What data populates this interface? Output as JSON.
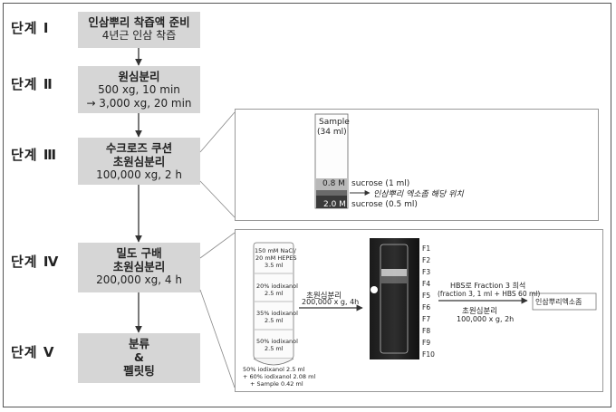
{
  "stages": [
    {
      "label": "단계 Ⅰ",
      "box_lines": [
        "인삼뿌리 착즙액 준비",
        "4년근 인삼 착즙"
      ]
    },
    {
      "label": "단계 Ⅱ",
      "box_lines": [
        "원심분리",
        "500 xg, 10 min",
        "→ 3,000 xg, 20 min"
      ]
    },
    {
      "label": "단계 Ⅲ",
      "box_lines": [
        "수크로즈 쿠션",
        "초원심분리",
        "100,000 xg, 2 h"
      ]
    },
    {
      "label": "단계 Ⅳ",
      "box_lines": [
        "밀도 구배",
        "초원심분리",
        "200,000 xg, 4 h"
      ]
    },
    {
      "label": "단계 Ⅴ",
      "box_lines": [
        "분류",
        "&",
        "펠릿팅"
      ]
    }
  ],
  "panel_cushion": {
    "sample_label": "Sample",
    "sample_volume": "(34 ml)",
    "layer_08_label": "0.8 M",
    "layer_08_desc": "sucrose (1 ml)",
    "arrow_note": "인삼뿌리 엑소좀 해당 위치",
    "layer_20_label": "2.0 M",
    "layer_20_desc": "sucrose (0.5 ml)"
  },
  "panel_gradient": {
    "layers": [
      "150 mM NaCl/",
      "20 mM HEPES",
      "3.5 ml",
      "20% iodixanol",
      "2.5 ml",
      "35% iodixanol",
      "2.5 ml",
      "50% iodixanol",
      "2.5 ml"
    ],
    "bottom_note": [
      "50% iodixanol 2.5 ml",
      "+ 60% iodixanol 2.08 ml",
      "+ Sample 0.42 ml"
    ],
    "spin_title": "초원심분리",
    "spin_cond": "200,000 x g, 4h",
    "fractions": [
      "F1",
      "F2",
      "F3",
      "F4",
      "F5",
      "F6",
      "F7",
      "F8",
      "F9",
      "F10"
    ],
    "dilute_title": "HBS로 Fraction 3 희석",
    "dilute_detail": "(fraction 3, 1 ml + HBS 60 ml)",
    "spin2_title": "초원심분리",
    "spin2_cond": "100,000 x g, 2h",
    "result": "인삼뿌리엑소좀"
  }
}
